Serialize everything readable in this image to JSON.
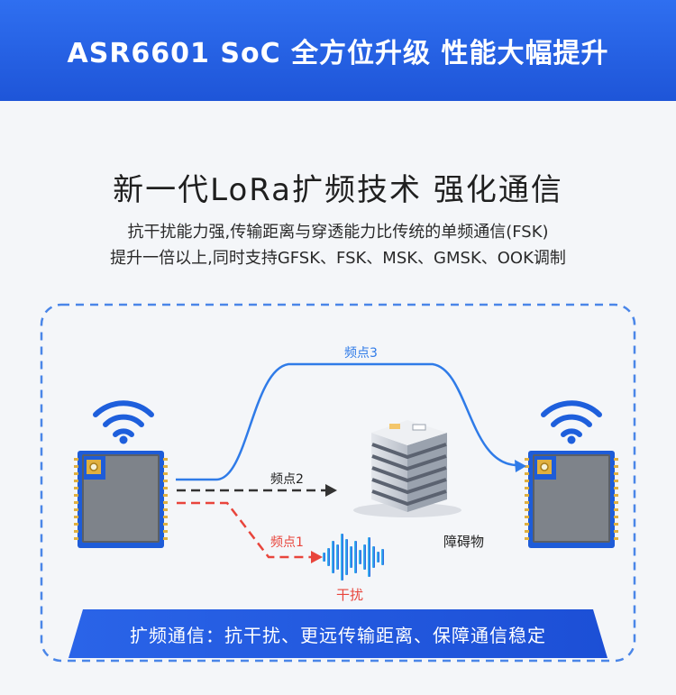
{
  "banner": {
    "title": "ASR6601 SoC 全方位升级 性能大幅提升"
  },
  "section": {
    "title": "新一代LoRa扩频技术 强化通信",
    "desc_line1": "抗干扰能力强,传输距离与穿透能力比传统的单频通信(FSK)",
    "desc_line2": "提升一倍以上,同时支持GFSK、FSK、MSK、GMSK、OOK调制"
  },
  "diagram": {
    "label_freq3": "频点3",
    "label_freq2": "频点2",
    "label_freq1": "频点1",
    "label_obstacle": "障碍物",
    "label_interference": "干扰"
  },
  "footer": {
    "text": "扩频通信：抗干扰、更远传输距离、保障通信稳定"
  },
  "colors": {
    "banner_blue": "#2161e6",
    "freq3_line": "#2f7be8",
    "freq2_line": "#333333",
    "freq1_line": "#e8453c",
    "frame_dash": "#4a86e8"
  },
  "icons": [
    "wifi-icon-left",
    "wifi-icon-right",
    "lora-module-left",
    "lora-module-right",
    "building-icon",
    "soundwave-icon"
  ]
}
